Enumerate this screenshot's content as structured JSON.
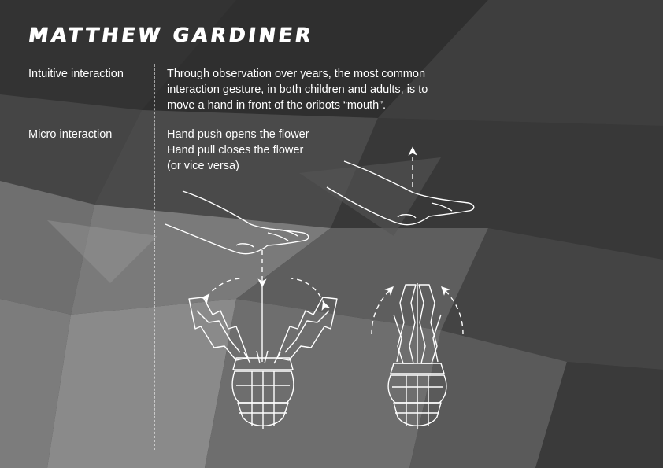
{
  "header": {
    "title": "MATTHEW GARDINER"
  },
  "rows": [
    {
      "label": "Intuitive interaction",
      "lines": [
        "Through observation over years, the most common",
        "interaction gesture, in both children and adults, is to",
        "move a hand in front of the oribots “mouth”."
      ]
    },
    {
      "label": "Micro interaction",
      "lines": [
        "Hand push opens the flower",
        "Hand pull closes the flower",
        "(or vice versa)"
      ]
    }
  ],
  "colors": {
    "background": "#3a3a3a",
    "text": "#ffffff"
  }
}
